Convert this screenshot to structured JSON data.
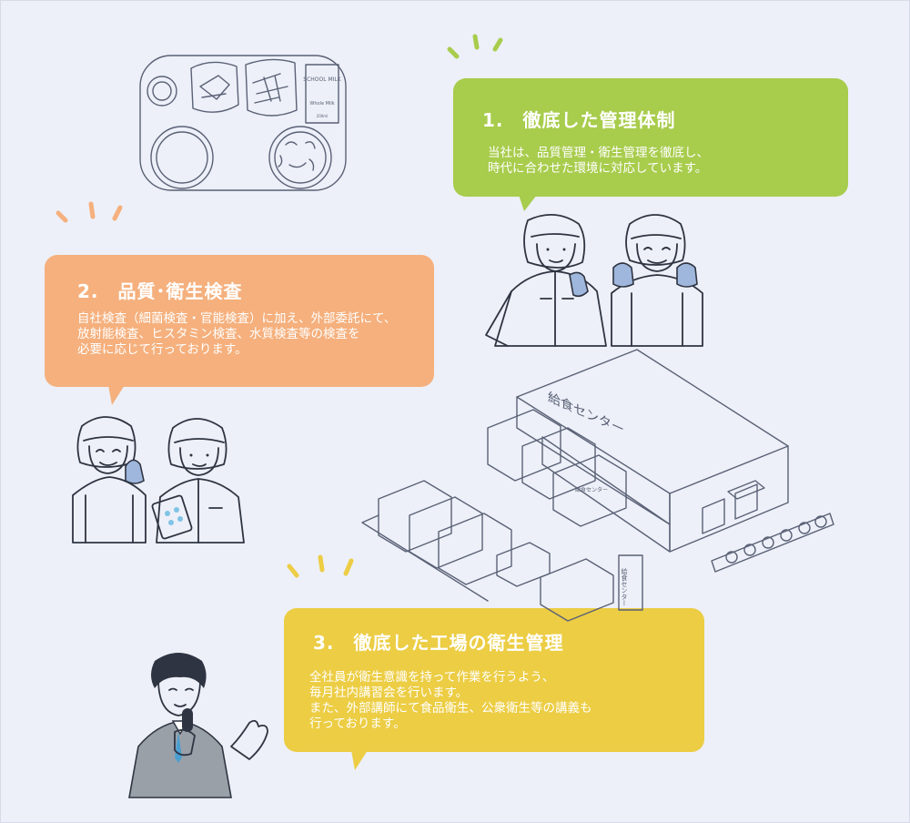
{
  "colors": {
    "green": "#a8cc4c",
    "orange": "#f5b07d",
    "yellow": "#eccd44",
    "background": "#edf0f8"
  },
  "items": [
    {
      "title": "1.　徹底した管理体制",
      "lines": [
        "当社は、品質管理・衛生管理を徹底し、",
        "時代に合わせた環境に対応しています。"
      ]
    },
    {
      "title": "2.　品質･衛生検査",
      "lines": [
        "自社検査（細菌検査・官能検査）に加え、外部委託にて、",
        "放射能検査、ヒスタミン検査、水質検査等の検査を",
        "必要に応じて行っております。"
      ]
    },
    {
      "title": "3.　徹底した工場の衛生管理",
      "lines": [
        "全社員が衛生意識を持って作業を行うよう、",
        "毎月社内講習会を行います。",
        "また、外部講師にて食品衛生、公衆衛生等の講義も",
        "行っております。"
      ]
    }
  ],
  "illustration_text": {
    "milk_brand": "SCHOOL MILK",
    "milk_type": "Whole Milk",
    "milk_volume": "200ml",
    "building_sign": "給食センター",
    "truck_label": "給食センター",
    "pole_sign": "給食センター"
  }
}
